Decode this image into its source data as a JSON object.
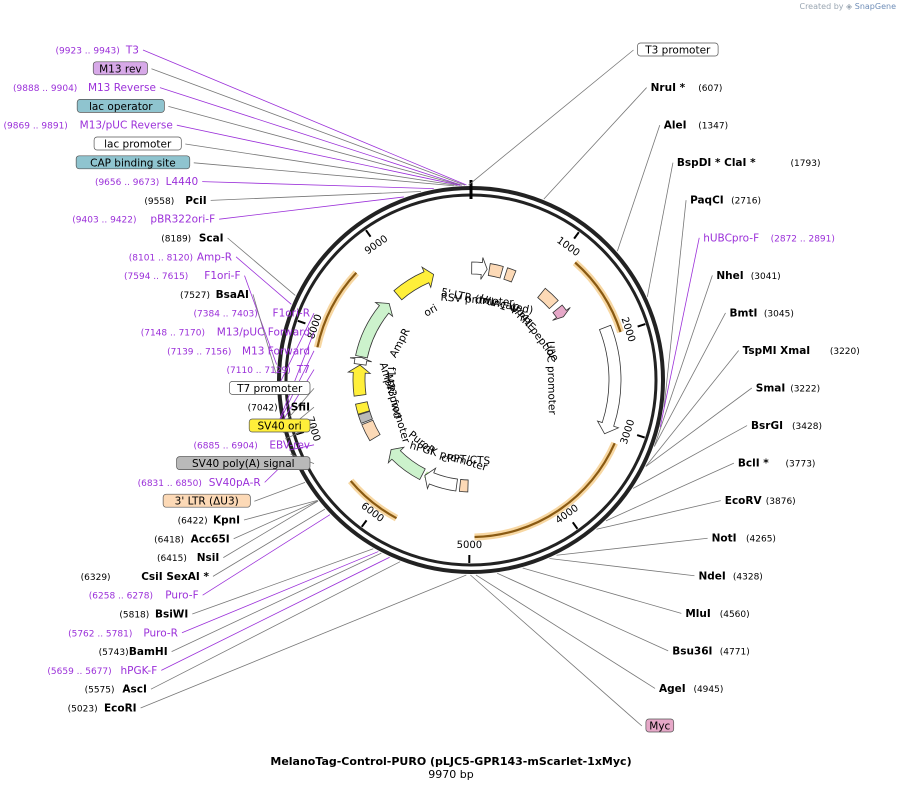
{
  "credit": {
    "prefix": "Created by",
    "brand": "SnapGene"
  },
  "plasmid": {
    "name": "MelanoTag-Control-PURO (pLJC5-GPR143-mScarlet-1xMyc)",
    "size_label": "9970 bp",
    "length": 9970
  },
  "ticks": [
    {
      "pos": 1000,
      "label": "1000"
    },
    {
      "pos": 2000,
      "label": "2000"
    },
    {
      "pos": 3000,
      "label": "3000"
    },
    {
      "pos": 4000,
      "label": "4000"
    },
    {
      "pos": 5000,
      "label": "5000"
    },
    {
      "pos": 6000,
      "label": "6000"
    },
    {
      "pos": 7000,
      "label": "7000"
    },
    {
      "pos": 8000,
      "label": "8000"
    },
    {
      "pos": 9000,
      "label": "9000"
    }
  ],
  "colors": {
    "primer": "#9b30d9",
    "site": "#000000",
    "backbone": "#222222",
    "orange": "#f5a623",
    "green": "#5cb85c",
    "white": "#ffffff"
  },
  "left_labels": [
    {
      "kind": "primer",
      "name": "T3",
      "range": "(9923 .. 9943)",
      "site": 9933
    },
    {
      "kind": "box",
      "name": "M13 rev",
      "fill": "#d7a9e8",
      "site": 9920
    },
    {
      "kind": "primer",
      "name": "M13 Reverse",
      "range": "(9888 .. 9904)",
      "site": 9896
    },
    {
      "kind": "box",
      "name": "lac operator",
      "fill": "#8fc4cf",
      "site": 9890
    },
    {
      "kind": "primer",
      "name": "M13/pUC Reverse",
      "range": "(9869 .. 9891)",
      "site": 9880
    },
    {
      "kind": "box",
      "name": "lac promoter",
      "fill": "#ffffff",
      "site": 9860
    },
    {
      "kind": "box",
      "name": "CAP binding site",
      "fill": "#8fc4cf",
      "site": 9830
    },
    {
      "kind": "primer",
      "name": "L4440",
      "range": "(9656 .. 9673)",
      "site": 9665
    },
    {
      "kind": "site",
      "name": "PciI",
      "range": "(9558)",
      "site": 9558
    },
    {
      "kind": "primer",
      "name": "pBR322ori-F",
      "range": "(9403 .. 9422)",
      "site": 9412
    },
    {
      "kind": "site",
      "name": "ScaI",
      "range": "(8189)",
      "site": 8189
    },
    {
      "kind": "primer",
      "name": "Amp-R",
      "range": "(8101 .. 8120)",
      "site": 8110
    },
    {
      "kind": "primer",
      "name": "F1ori-F",
      "range": "(7594 .. 7615)",
      "site": 7604
    },
    {
      "kind": "site",
      "name": "BsaAI",
      "range": "(7527)",
      "site": 7527
    },
    {
      "kind": "primer",
      "name": "F1ori-R",
      "range": "(7384 .. 7403)",
      "site": 7393
    },
    {
      "kind": "primer",
      "name": "M13/pUC Forward",
      "range": "(7148 .. 7170)",
      "site": 7159
    },
    {
      "kind": "primer",
      "name": "M13 Forward",
      "range": "(7139 .. 7156)",
      "site": 7147
    },
    {
      "kind": "primer",
      "name": "T7",
      "range": "(7110 .. 7129)",
      "site": 7119
    },
    {
      "kind": "box",
      "name": "T7 promoter",
      "fill": "#ffffff",
      "site": 7100
    },
    {
      "kind": "site",
      "name": "SfiI",
      "range": "(7042)",
      "site": 7042
    },
    {
      "kind": "box",
      "name": "SV40 ori",
      "fill": "#ffef3a",
      "site": 6990
    },
    {
      "kind": "primer",
      "name": "EBV-rev",
      "range": "(6885 .. 6904)",
      "site": 6894
    },
    {
      "kind": "box",
      "name": "SV40 poly(A) signal",
      "fill": "#b9b9b9",
      "site": 6860
    },
    {
      "kind": "primer",
      "name": "SV40pA-R",
      "range": "(6831 .. 6850)",
      "site": 6840
    },
    {
      "kind": "box",
      "name": "3' LTR (ΔU3)",
      "fill": "#fcd9b6",
      "site": 6600
    },
    {
      "kind": "site",
      "name": "KpnI",
      "range": "(6422)",
      "site": 6422
    },
    {
      "kind": "site",
      "name": "Acc65I",
      "range": "(6418)",
      "site": 6418
    },
    {
      "kind": "site",
      "name": "NsiI",
      "range": "(6415)",
      "site": 6415
    },
    {
      "kind": "site",
      "name": "CsiI",
      "name2": "SexAI *",
      "range": "(6329)",
      "site": 6329
    },
    {
      "kind": "primer",
      "name": "Puro-F",
      "range": "(6258 .. 6278)",
      "site": 6268
    },
    {
      "kind": "site",
      "name": "BsiWI",
      "range": "(5818)",
      "site": 5818
    },
    {
      "kind": "primer",
      "name": "Puro-R",
      "range": "(5762 .. 5781)",
      "site": 5771
    },
    {
      "kind": "site",
      "name": "BamHI",
      "range": "(5743)",
      "site": 5743
    },
    {
      "kind": "primer",
      "name": "hPGK-F",
      "range": "(5659 .. 5677)",
      "site": 5668
    },
    {
      "kind": "site",
      "name": "AscI",
      "range": "(5575)",
      "site": 5575
    },
    {
      "kind": "site",
      "name": "EcoRI",
      "range": "(5023)",
      "site": 5023
    }
  ],
  "right_labels": [
    {
      "kind": "box",
      "name": "T3 promoter",
      "fill": "#ffffff",
      "site": 9950
    },
    {
      "kind": "site",
      "name": "NruI *",
      "range": "(607)",
      "site": 607
    },
    {
      "kind": "site",
      "name": "AleI",
      "range": "(1347)",
      "site": 1347
    },
    {
      "kind": "site",
      "name": "BspDI *",
      "name2": "ClaI *",
      "range": "(1793)",
      "site": 1793
    },
    {
      "kind": "site",
      "name": "PaqCI",
      "range": "(2716)",
      "site": 2716
    },
    {
      "kind": "primer",
      "name": "hUBCpro-F",
      "range": "(2872 .. 2891)",
      "site": 2881
    },
    {
      "kind": "site",
      "name": "NheI",
      "range": "(3041)",
      "site": 3041
    },
    {
      "kind": "site",
      "name": "BmtI",
      "range": "(3045)",
      "site": 3045
    },
    {
      "kind": "site",
      "name": "TspMI",
      "name2": "XmaI",
      "range": "(3220)",
      "site": 3220
    },
    {
      "kind": "site",
      "name": "SmaI",
      "range": "(3222)",
      "site": 3222
    },
    {
      "kind": "site",
      "name": "BsrGI",
      "range": "(3428)",
      "site": 3428
    },
    {
      "kind": "site",
      "name": "BclI *",
      "range": "(3773)",
      "site": 3773
    },
    {
      "kind": "site",
      "name": "EcoRV",
      "range": "(3876)",
      "site": 3876
    },
    {
      "kind": "site",
      "name": "NotI",
      "range": "(4265)",
      "site": 4265
    },
    {
      "kind": "site",
      "name": "NdeI",
      "range": "(4328)",
      "site": 4328
    },
    {
      "kind": "site",
      "name": "MluI",
      "range": "(4560)",
      "site": 4560
    },
    {
      "kind": "site",
      "name": "Bsu36I",
      "range": "(4771)",
      "site": 4771
    },
    {
      "kind": "site",
      "name": "AgeI",
      "range": "(4945)",
      "site": 4945
    },
    {
      "kind": "box",
      "name": "Myc",
      "fill": "#e6a8c8",
      "site": 4990
    }
  ],
  "features": [
    {
      "name": "RSV promoter",
      "start": 9980,
      "end": 230,
      "ring": 1,
      "fill": "#ffffff",
      "arrow": true,
      "label": "RSV promoter"
    },
    {
      "name": "5' LTR (truncated)",
      "start": 260,
      "end": 440,
      "ring": 1,
      "fill": "#fcd9b6",
      "arrow": false,
      "label": "5' LTR (truncated)"
    },
    {
      "name": "HIV-1 Ψ",
      "start": 500,
      "end": 620,
      "ring": 1,
      "fill": "#fcd9b6",
      "arrow": false,
      "label": "HIV-1 Ψ"
    },
    {
      "name": "RRE",
      "start": 1080,
      "end": 1320,
      "ring": 1,
      "fill": "#fcd9b6",
      "arrow": false,
      "label": "RRE"
    },
    {
      "name": "gp41 peptide",
      "start": 1400,
      "end": 1540,
      "ring": 1,
      "fill": "#e6a8c8",
      "arrow": true,
      "label": "gp41 peptide"
    },
    {
      "name": "UbC promoter",
      "start": 1900,
      "end": 3100,
      "ring": 1,
      "fill": "#ffffff",
      "arrow": true,
      "label": "UbC promoter"
    },
    {
      "name": "cPPT/CTS",
      "start": 5030,
      "end": 5150,
      "ring": 1,
      "fill": "#fcd9b6",
      "arrow": false,
      "label": "cPPT/CTS"
    },
    {
      "name": "hPGK promoter",
      "start": 5200,
      "end": 5700,
      "ring": 1,
      "fill": "#ffffff",
      "arrow": true,
      "label": "hPGK promoter"
    },
    {
      "name": "PuroR",
      "start": 5740,
      "end": 6340,
      "ring": 1,
      "fill": "#ccf2cc",
      "arrow": true,
      "label": "PuroR"
    },
    {
      "name": "3' LTR",
      "start": 6620,
      "end": 6860,
      "ring": 1,
      "fill": "#fcd9b6",
      "arrow": false,
      "label": ""
    },
    {
      "name": "SV40 poly(A)",
      "start": 6880,
      "end": 7000,
      "ring": 1,
      "fill": "#b9b9b9",
      "arrow": false,
      "label": ""
    },
    {
      "name": "SV40 ori",
      "start": 7010,
      "end": 7150,
      "ring": 1,
      "fill": "#ffef3a",
      "arrow": false,
      "label": ""
    },
    {
      "name": "f1 ori",
      "start": 7260,
      "end": 7690,
      "ring": 1,
      "fill": "#ffef3a",
      "arrow": true,
      "label": "f1 ori"
    },
    {
      "name": "AmpR promoter",
      "start": 7700,
      "end": 7800,
      "ring": 1,
      "fill": "#ffffff",
      "arrow": true,
      "label": "AmpR promoter"
    },
    {
      "name": "AmpR",
      "start": 7810,
      "end": 8670,
      "ring": 1,
      "fill": "#ccf2cc",
      "arrow": true,
      "label": "AmpR"
    },
    {
      "name": "ori",
      "start": 8840,
      "end": 9430,
      "ring": 0,
      "fill": "#ffef3a",
      "arrow": true,
      "label": "ori"
    }
  ],
  "inner_labels": [
    {
      "text": "RSV promoter",
      "pos": 120
    },
    {
      "text": "5' LTR (truncated)",
      "pos": 320
    },
    {
      "text": "HIV-1 Ψ",
      "pos": 560
    },
    {
      "text": "RRE",
      "pos": 1200
    },
    {
      "text": "gp41 peptide",
      "pos": 1480
    },
    {
      "text": "UbC promoter",
      "pos": 2450
    },
    {
      "text": "cPPT/CTS",
      "pos": 5090
    },
    {
      "text": "hPGK promoter",
      "pos": 5440
    },
    {
      "text": "PuroR",
      "pos": 6040
    },
    {
      "text": "M13 fwd",
      "pos": 7150
    },
    {
      "text": "AmpR promoter",
      "pos": 7020
    },
    {
      "text": "f1 ori",
      "pos": 7470
    },
    {
      "text": "AmpR",
      "pos": 8240
    },
    {
      "text": "ori",
      "pos": 9135
    }
  ],
  "orange_arcs": [
    {
      "start": 1150,
      "end": 2000
    },
    {
      "start": 3150,
      "end": 4950
    },
    {
      "start": 5770,
      "end": 6370
    },
    {
      "start": 7810,
      "end": 8670
    }
  ],
  "green_arcs": [
    {
      "start": 5300,
      "end": 5700,
      "arrow": true
    },
    {
      "start": 5740,
      "end": 6260,
      "arrow": true
    }
  ]
}
